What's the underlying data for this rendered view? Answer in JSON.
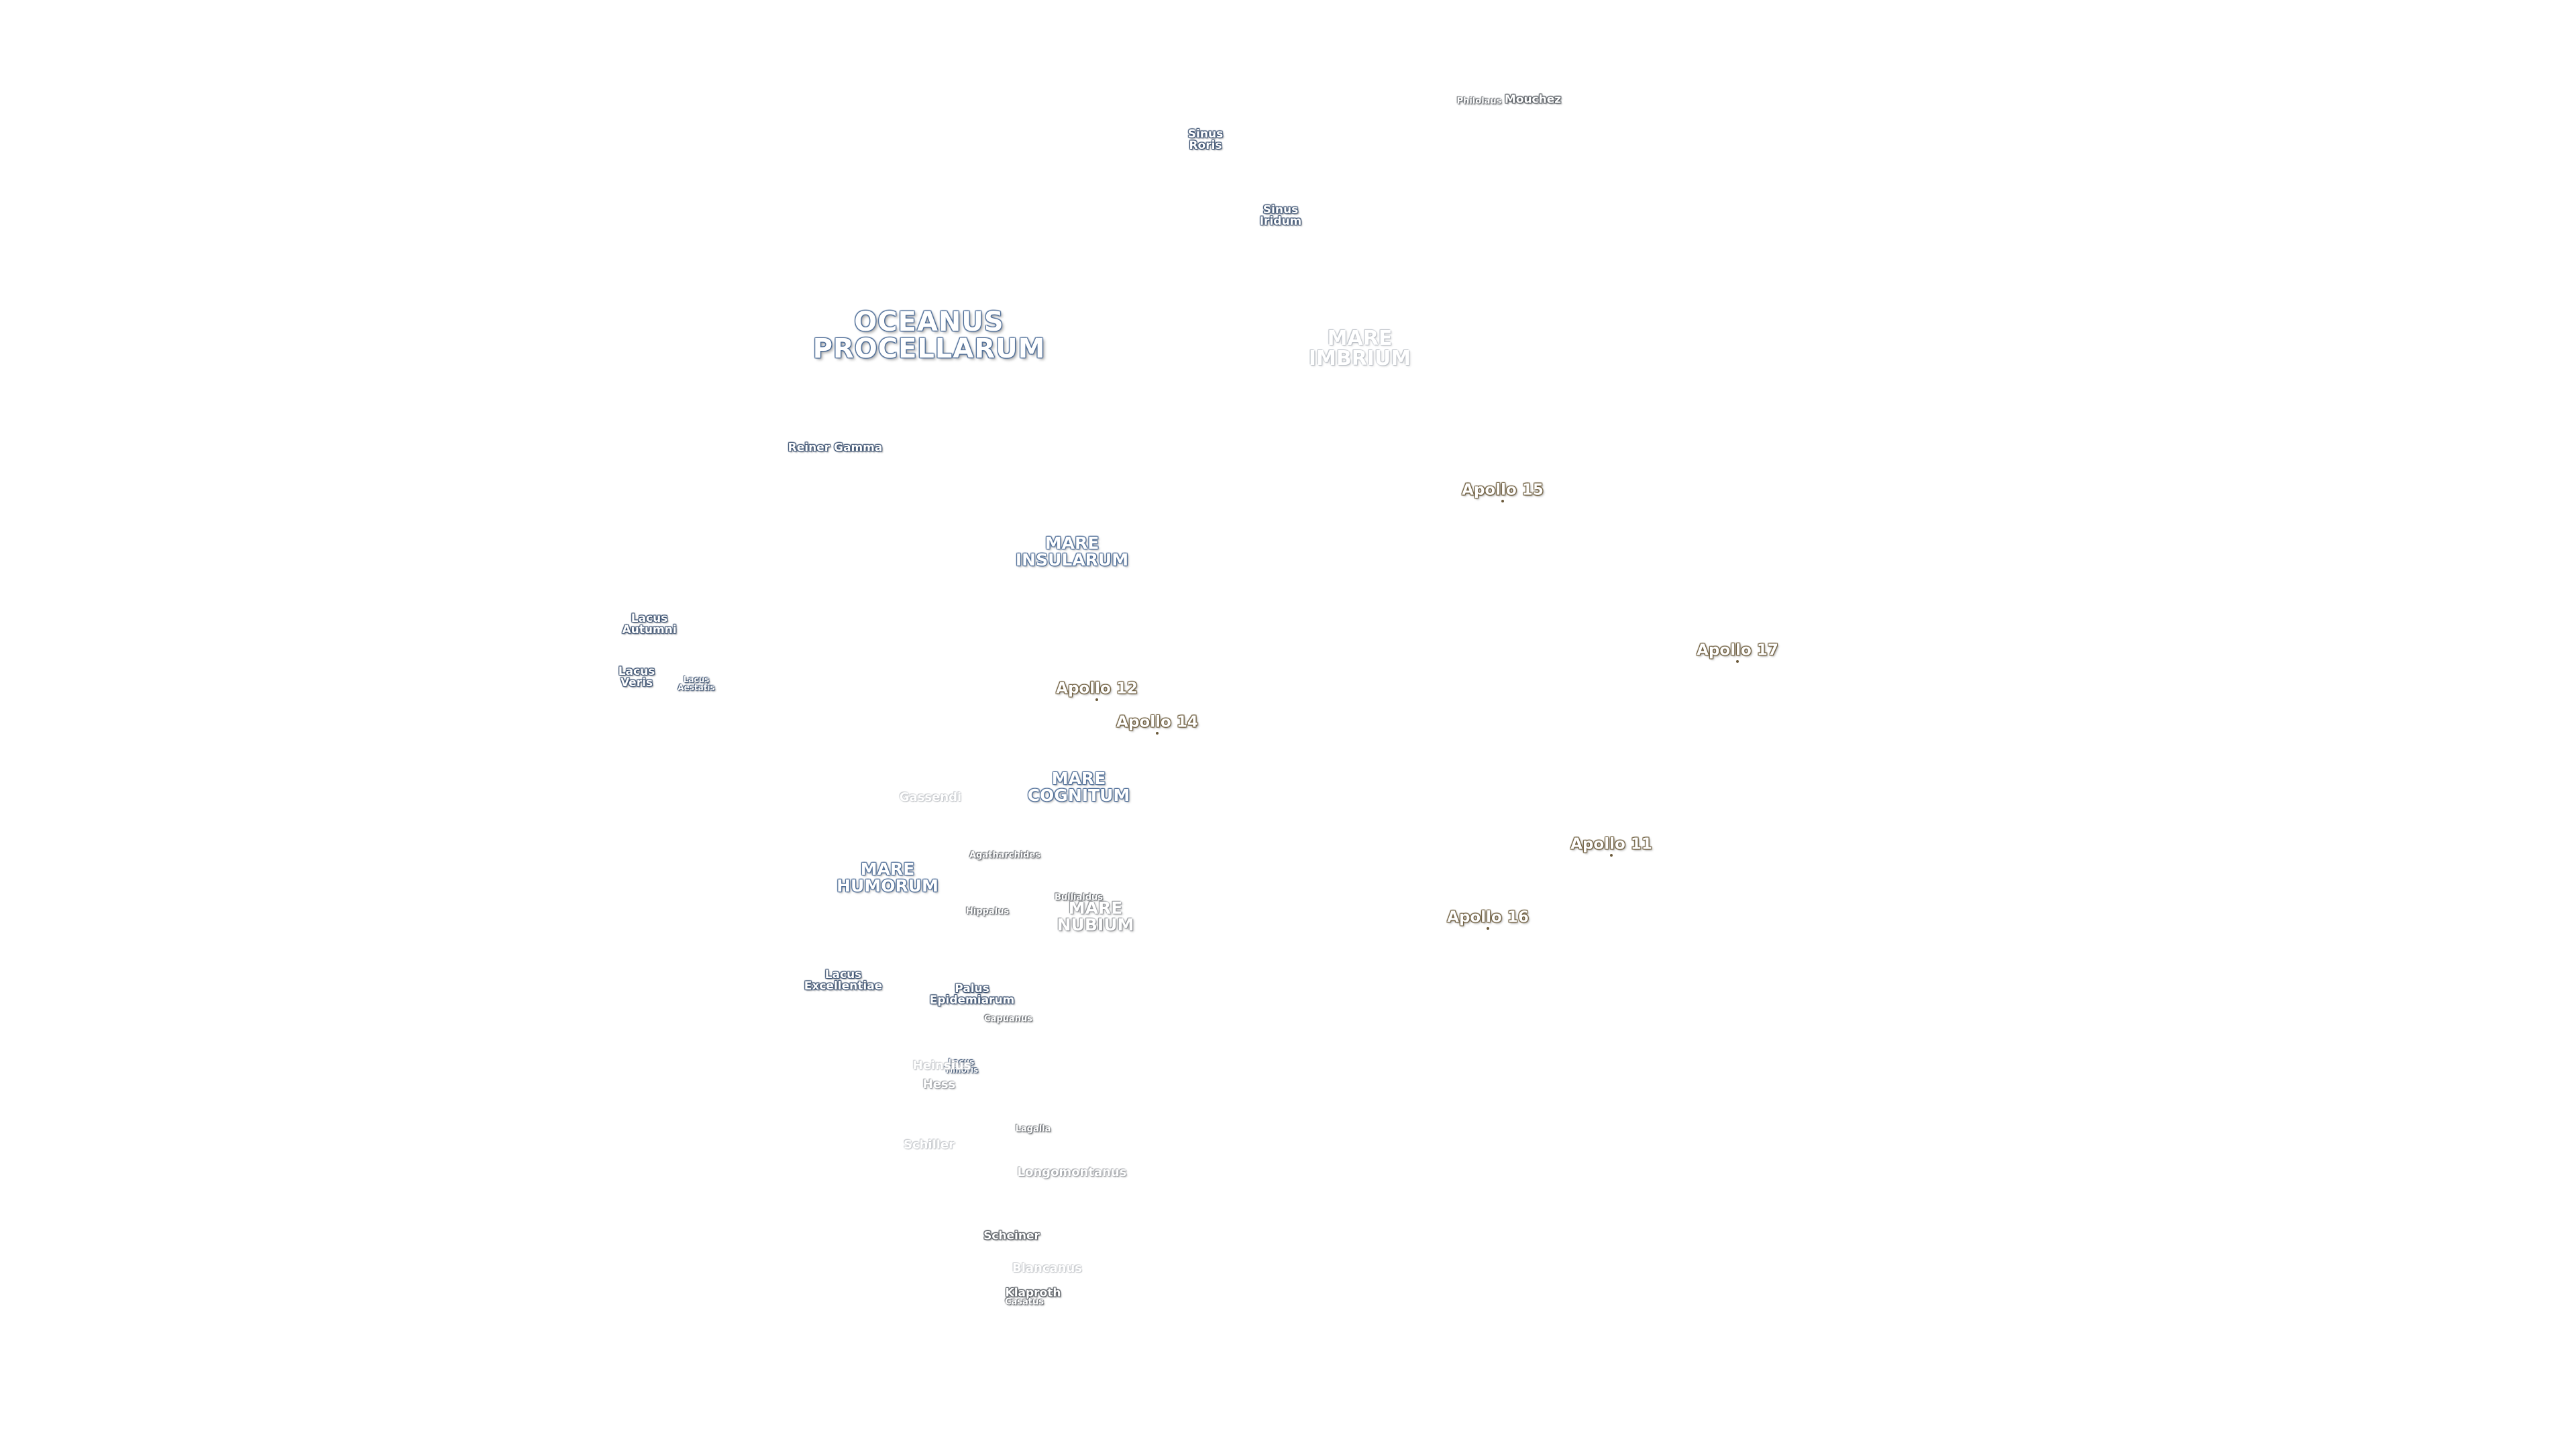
{
  "labels": [
    {
      "id": "oceanus-procellarum",
      "text": "OCEANUS\nPROCELLARUM",
      "class": "t-ocean"
    },
    {
      "id": "mare-imbrium",
      "text": "MARE\nIMBRIUM",
      "class": "t-mare-faint"
    },
    {
      "id": "mare-insularum",
      "text": "MARE\nINSULARUM",
      "class": "t-mare"
    },
    {
      "id": "mare-cognitum",
      "text": "MARE\nCOGNITUM",
      "class": "t-mare"
    },
    {
      "id": "mare-humorum",
      "text": "MARE\nHUMORUM",
      "class": "t-mare"
    },
    {
      "id": "mare-nubium",
      "text": "MARE\nNUBIUM",
      "class": "t-mare-grey"
    },
    {
      "id": "sinus-roris",
      "text": "Sinus\nRoris",
      "class": "t-small"
    },
    {
      "id": "sinus-iridum",
      "text": "Sinus\nIridum",
      "class": "t-small"
    },
    {
      "id": "mouchez",
      "text": "Mouchez",
      "class": "t-crater"
    },
    {
      "id": "philolaus",
      "text": "Philolaus",
      "class": "t-crater-small"
    },
    {
      "id": "reiner-gamma",
      "text": "Reiner Gamma",
      "class": "t-small"
    },
    {
      "id": "lacus-autumni",
      "text": "Lacus\nAutumni",
      "class": "t-small"
    },
    {
      "id": "lacus-veris",
      "text": "Lacus\nVeris",
      "class": "t-small"
    },
    {
      "id": "lacus-aestatis",
      "text": "Lacus\nAestatis",
      "class": "t-tiny"
    },
    {
      "id": "gassendi",
      "text": "Gassendi",
      "class": "t-crater-faint"
    },
    {
      "id": "agatharchides",
      "text": "Agatharchides",
      "class": "t-crater-small"
    },
    {
      "id": "bullialdus",
      "text": "Bullialdus",
      "class": "t-crater-small"
    },
    {
      "id": "hippalus",
      "text": "Hippalus",
      "class": "t-crater-small"
    },
    {
      "id": "lacus-excellentiae",
      "text": "Lacus\nExcellentiae",
      "class": "t-small"
    },
    {
      "id": "palus-epidemiarum",
      "text": "Palus\nEpidemiarum",
      "class": "t-small"
    },
    {
      "id": "capuanus",
      "text": "Capuanus",
      "class": "t-crater-small"
    },
    {
      "id": "lacus-timoris",
      "text": "Lacus\nTimoris",
      "class": "t-tiny"
    },
    {
      "id": "heinsius",
      "text": "Heinsius",
      "class": "t-crater-faint"
    },
    {
      "id": "hess",
      "text": "Hess",
      "class": "t-crater-mid"
    },
    {
      "id": "schiller",
      "text": "Schiller",
      "class": "t-crater-faint"
    },
    {
      "id": "lagalla",
      "text": "Lagalla",
      "class": "t-crater-small"
    },
    {
      "id": "longomontanus",
      "text": "Longomontanus",
      "class": "t-crater-mid"
    },
    {
      "id": "scheiner",
      "text": "Scheiner",
      "class": "t-crater"
    },
    {
      "id": "blancanus",
      "text": "Blancanus",
      "class": "t-crater-faint"
    },
    {
      "id": "klaproth",
      "text": "Klaproth",
      "class": "t-crater"
    },
    {
      "id": "casatus",
      "text": "Casatus",
      "class": "t-crater-small"
    },
    {
      "id": "apollo-15",
      "text": "Apollo 15",
      "class": "t-apollo"
    },
    {
      "id": "apollo-17",
      "text": "Apollo 17",
      "class": "t-apollo"
    },
    {
      "id": "apollo-12",
      "text": "Apollo 12",
      "class": "t-apollo"
    },
    {
      "id": "apollo-14",
      "text": "Apollo 14",
      "class": "t-apollo"
    },
    {
      "id": "apollo-11",
      "text": "Apollo 11",
      "class": "t-apollo"
    },
    {
      "id": "apollo-16",
      "text": "Apollo 16",
      "class": "t-apollo"
    }
  ]
}
